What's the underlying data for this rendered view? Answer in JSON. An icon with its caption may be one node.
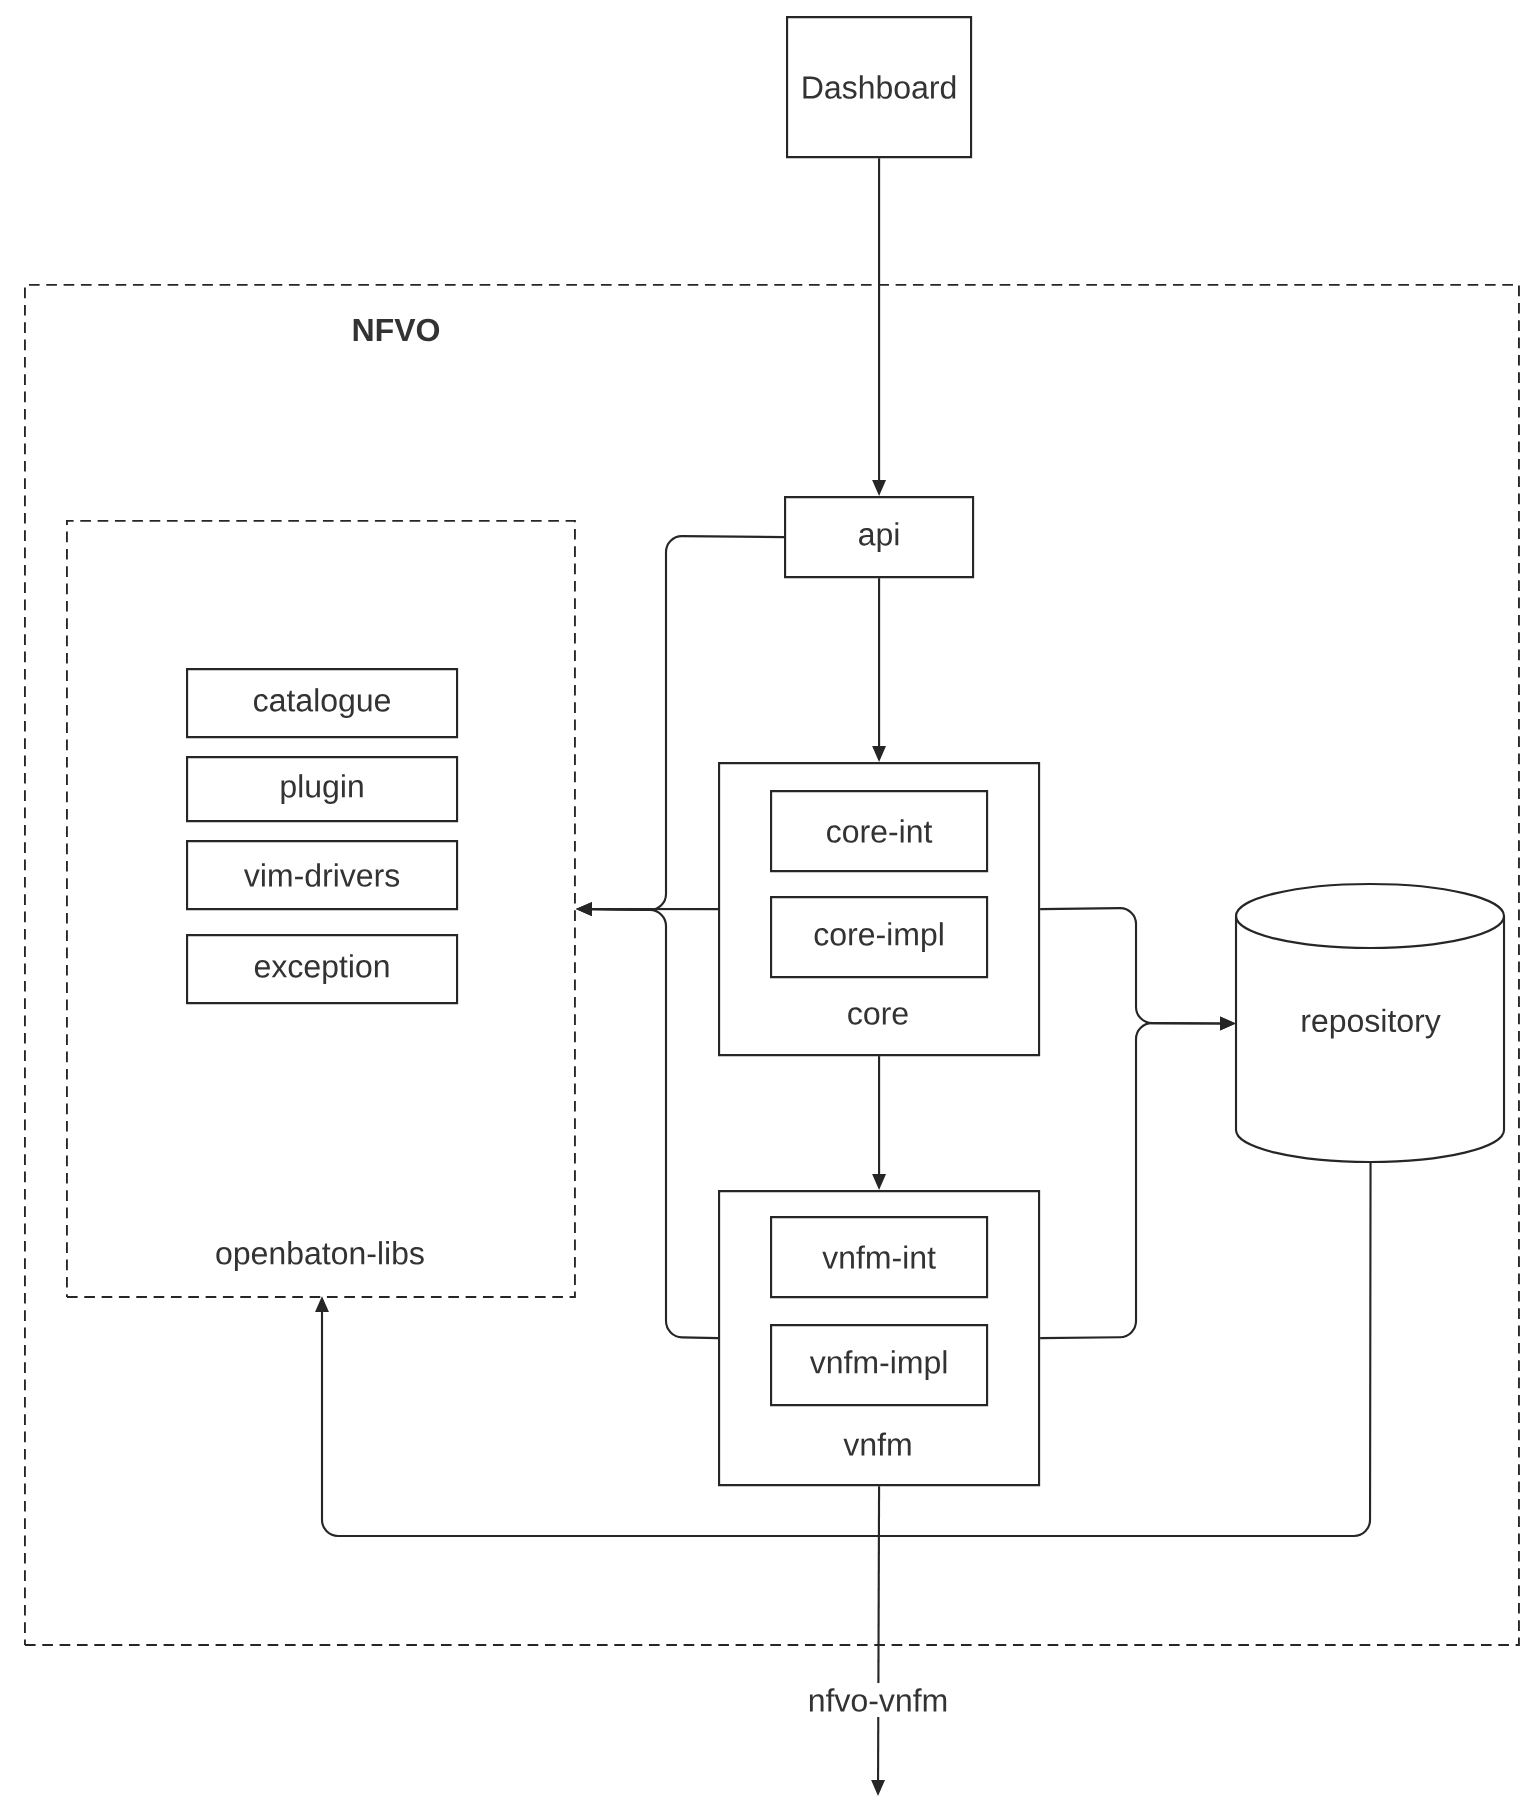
{
  "diagram": {
    "nodes": [
      {
        "text": [
          "Dashboard"
        ]
      },
      {
        "text": [
          "NFVO"
        ]
      },
      {
        "text": [
          "openbaton-libs"
        ],
        "in": 1
      },
      {
        "text": [
          "catalogue"
        ],
        "in": 2
      },
      {
        "text": [
          "plugin"
        ],
        "in": 2
      },
      {
        "text": [
          "vim-drivers"
        ],
        "in": 2
      },
      {
        "text": [
          "exception"
        ],
        "in": 2
      },
      {
        "text": [
          "api"
        ],
        "in": 1
      },
      {
        "text": [
          "core"
        ],
        "in": 1
      },
      {
        "text": [
          "core-int"
        ],
        "in": 8
      },
      {
        "text": [
          "core-impl"
        ],
        "in": 8
      },
      {
        "text": [
          "repository"
        ],
        "in": 1
      },
      {
        "text": [
          "vnfm"
        ],
        "in": 1
      },
      {
        "text": [
          "vnfm-int"
        ],
        "in": 12
      },
      {
        "text": [
          "vnfm-impl"
        ],
        "in": 12
      }
    ],
    "edges": [
      {
        "from": 0,
        "to": 7,
        "arrow": "to"
      },
      {
        "from": 7,
        "to": 8,
        "arrow": "to"
      },
      {
        "from": 8,
        "to": 12,
        "arrow": "to"
      },
      {
        "from": 7,
        "to": 2,
        "arrow": "to"
      },
      {
        "from": 8,
        "to": 2,
        "arrow": "to"
      },
      {
        "from": 12,
        "to": 2,
        "arrow": "to"
      },
      {
        "from": 8,
        "to": 11,
        "arrow": "to"
      },
      {
        "from": 12,
        "to": 11,
        "arrow": "to"
      },
      {
        "from": 11,
        "to": 2,
        "arrow": "to"
      },
      {
        "from": 12,
        "to": null,
        "arrow": "to",
        "label": "nfvo-vnfm"
      }
    ]
  }
}
